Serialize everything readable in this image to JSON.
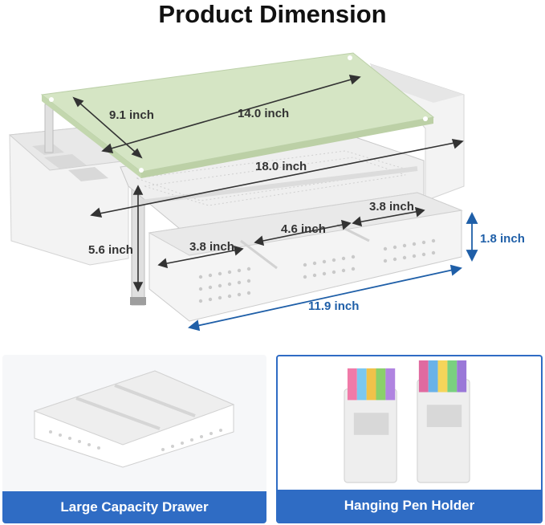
{
  "title": "Product Dimension",
  "dimensions": {
    "depth": "9.1 inch",
    "width_top": "14.0 inch",
    "total_width": "18.0 inch",
    "height": "5.6 inch",
    "drawer_left": "3.8 inch",
    "drawer_mid": "4.6 inch",
    "drawer_right": "3.8 inch",
    "drawer_height": "1.8 inch",
    "drawer_width": "11.9 inch"
  },
  "features": [
    {
      "caption": "Large Capacity Drawer"
    },
    {
      "caption": "Hanging Pen Holder"
    }
  ],
  "colors": {
    "board": "#d5e5c4",
    "accent_blue": "#2f6cc4",
    "dimension_blue": "#1f5fa8"
  }
}
